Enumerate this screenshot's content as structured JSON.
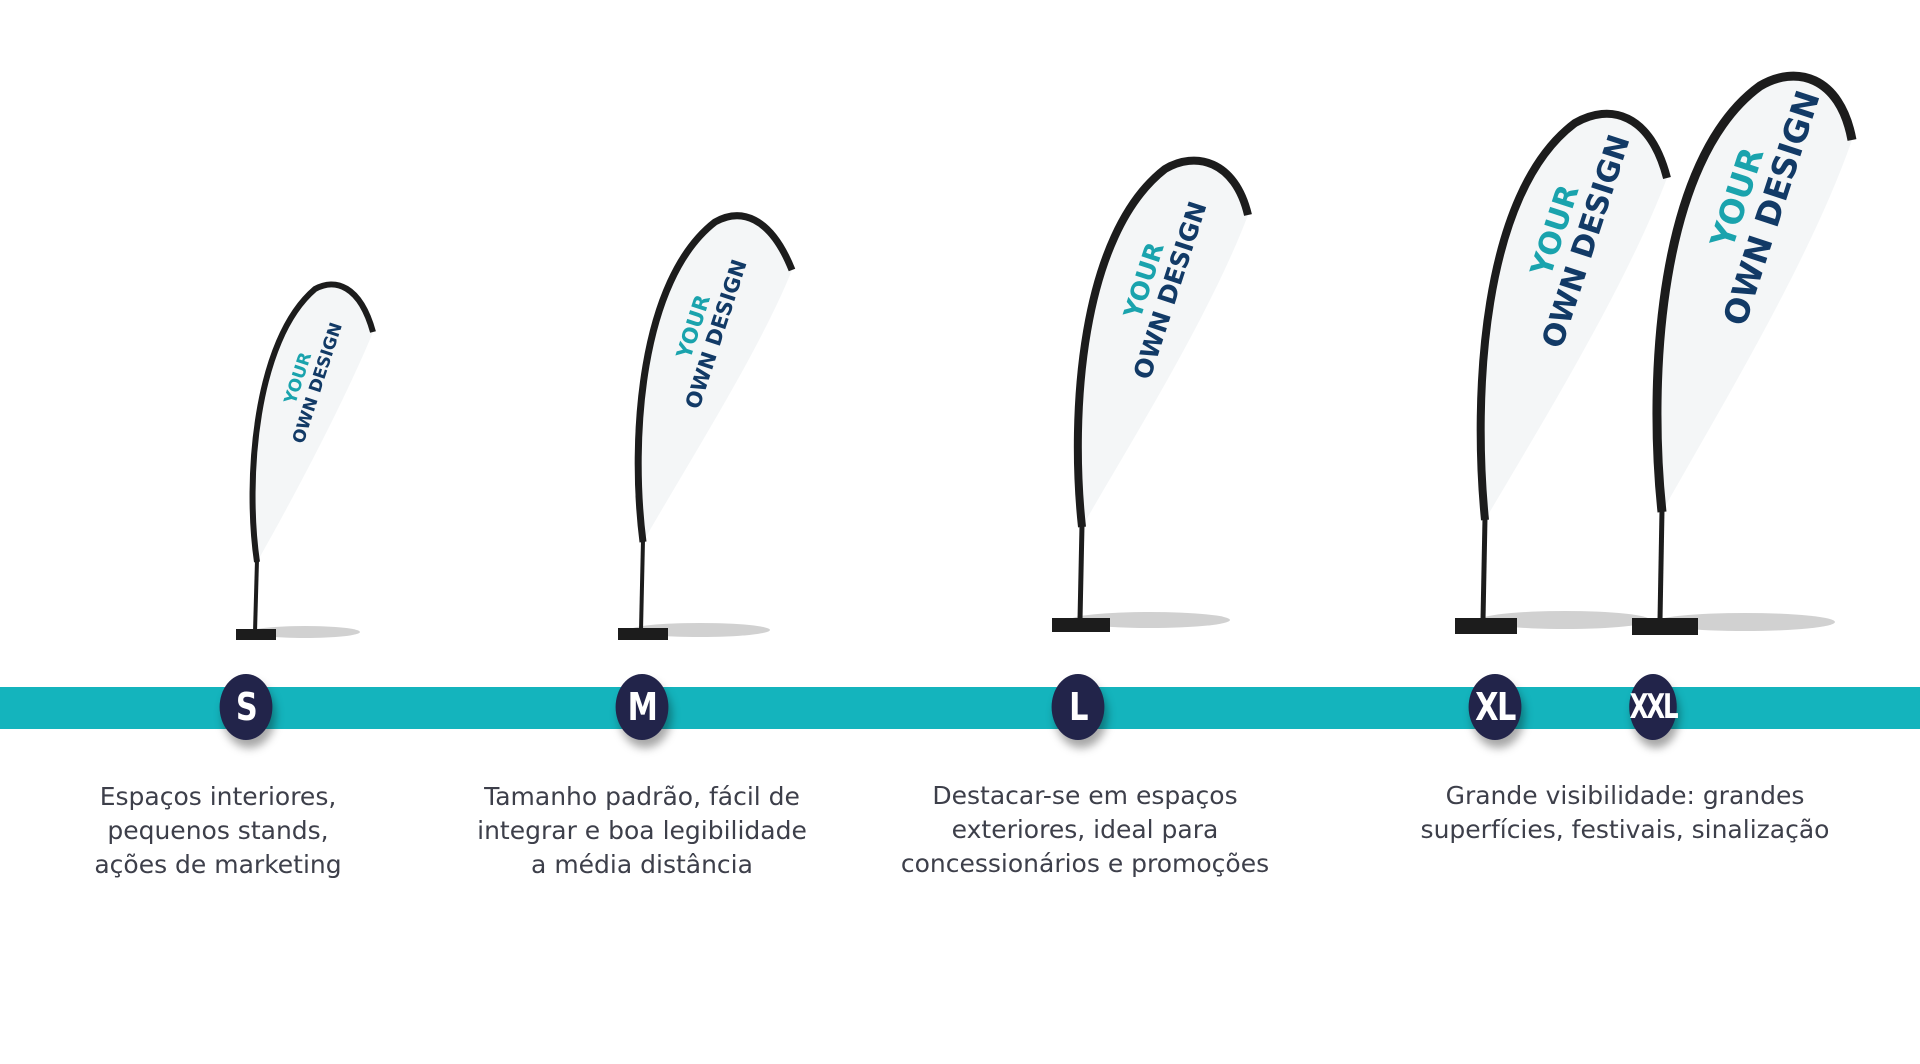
{
  "flag_text": {
    "line1": "YOUR",
    "line2": "OWN DESIGN"
  },
  "colors": {
    "band": "#14b4bd",
    "badge": "#22244a",
    "pole": "#1c1c1c",
    "flag_text_teal": "#1aa3ad",
    "flag_text_navy": "#123a66",
    "caption": "#3d3f4a"
  },
  "sizes": [
    {
      "label": "S"
    },
    {
      "label": "M"
    },
    {
      "label": "L"
    },
    {
      "label": "XL"
    },
    {
      "label": "XXL"
    }
  ],
  "captions": [
    {
      "text": "Espaços interiores,\npequenos stands,\nações de marketing"
    },
    {
      "text": "Tamanho padrão, fácil de\nintegrar e boa legibilidade\na média distância"
    },
    {
      "text": "Destacar-se em espaços\nexteriores, ideal para\nconcessionários e promoções"
    },
    {
      "text": "Grande visibilidade: grandes\nsuperfícies, festivais, sinalização"
    }
  ]
}
